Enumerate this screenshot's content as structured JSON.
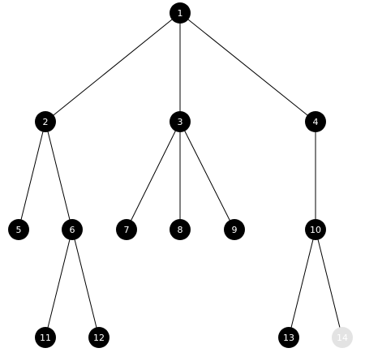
{
  "colors": {
    "node_fill": "#000000",
    "faded_node_fill": "#e3e3e3",
    "label": "#ffffff",
    "edge": "#000000"
  },
  "nodes": [
    {
      "id": "1",
      "label": "1",
      "faded": false
    },
    {
      "id": "2",
      "label": "2",
      "faded": false
    },
    {
      "id": "3",
      "label": "3",
      "faded": false
    },
    {
      "id": "4",
      "label": "4",
      "faded": false
    },
    {
      "id": "5",
      "label": "5",
      "faded": false
    },
    {
      "id": "6",
      "label": "6",
      "faded": false
    },
    {
      "id": "7",
      "label": "7",
      "faded": false
    },
    {
      "id": "8",
      "label": "8",
      "faded": false
    },
    {
      "id": "9",
      "label": "9",
      "faded": false
    },
    {
      "id": "10",
      "label": "10",
      "faded": false
    },
    {
      "id": "11",
      "label": "11",
      "faded": false
    },
    {
      "id": "12",
      "label": "12",
      "faded": false
    },
    {
      "id": "13",
      "label": "13",
      "faded": false
    },
    {
      "id": "14",
      "label": "14",
      "faded": true
    }
  ],
  "edges": [
    {
      "from": "1",
      "to": "2"
    },
    {
      "from": "1",
      "to": "3"
    },
    {
      "from": "1",
      "to": "4"
    },
    {
      "from": "2",
      "to": "5"
    },
    {
      "from": "2",
      "to": "6"
    },
    {
      "from": "3",
      "to": "7"
    },
    {
      "from": "3",
      "to": "8"
    },
    {
      "from": "3",
      "to": "9"
    },
    {
      "from": "4",
      "to": "10"
    },
    {
      "from": "6",
      "to": "11"
    },
    {
      "from": "6",
      "to": "12"
    },
    {
      "from": "10",
      "to": "13"
    },
    {
      "from": "10",
      "to": "14"
    }
  ]
}
